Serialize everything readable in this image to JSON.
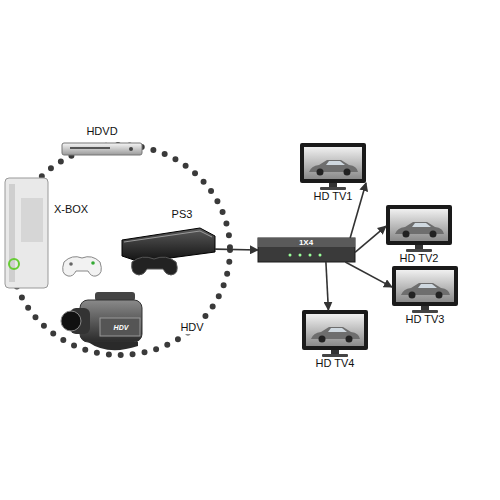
{
  "diagram": {
    "nodes": [
      {
        "text": [
          "HDVD"
        ]
      },
      {
        "text": [
          "X-BOX"
        ]
      },
      {
        "text": [
          "PS3"
        ]
      },
      {
        "text": [
          "HDV"
        ]
      },
      {
        "text": [
          "1X4"
        ]
      },
      {
        "text": [
          "HD TV1"
        ]
      },
      {
        "text": [
          "HD TV2"
        ]
      },
      {
        "text": [
          "HD TV3"
        ]
      },
      {
        "text": [
          "HD TV4"
        ]
      }
    ],
    "edges": [
      {
        "from": 2,
        "to": 4,
        "arrow": "to"
      },
      {
        "from": 4,
        "to": 5,
        "arrow": "to"
      },
      {
        "from": 4,
        "to": 6,
        "arrow": "to"
      },
      {
        "from": 4,
        "to": 7,
        "arrow": "to"
      },
      {
        "from": 4,
        "to": 8,
        "arrow": "to"
      }
    ],
    "labels": [
      "HDV"
    ]
  }
}
